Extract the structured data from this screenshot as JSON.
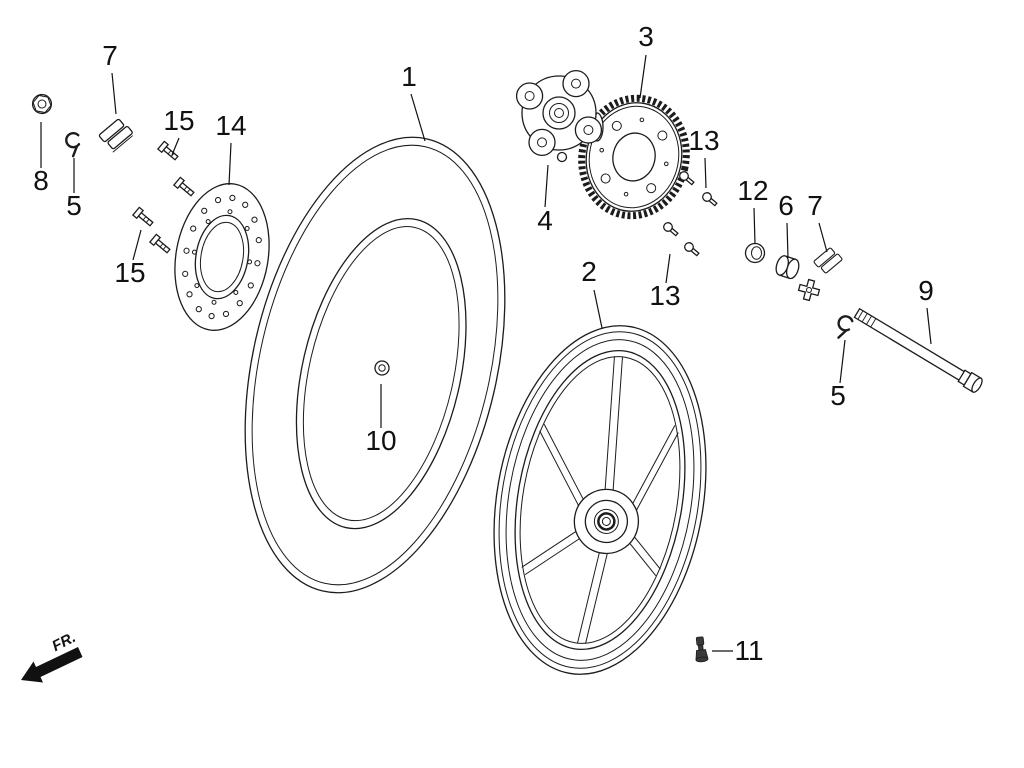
{
  "figure": {
    "direction_label": "FR.",
    "colors": {
      "ink": "#1c1c1c",
      "background": "#ffffff"
    },
    "callouts": {
      "tire": "1",
      "wheel": "2",
      "sprocket": "3",
      "hub": "4",
      "clip_left": "5",
      "clip_right": "5",
      "collar": "6",
      "pads_left": "7",
      "pads_right": "7",
      "nut": "8",
      "axle": "9",
      "valve_hole": "10",
      "valve_stem": "11",
      "spacer_nut": "12",
      "bolts_right_upper": "13",
      "bolts_right_lower": "13",
      "brake_disc": "14",
      "bolts_left_upper": "15",
      "bolts_left_lower": "15"
    }
  }
}
